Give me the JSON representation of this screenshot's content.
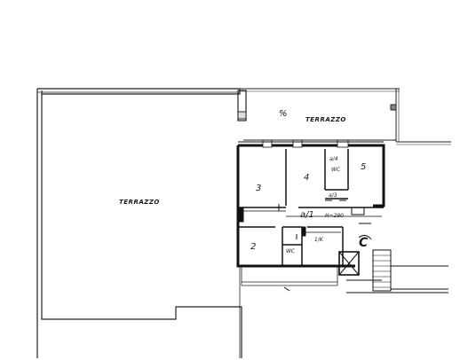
{
  "plan": {
    "terrace_large_label": "TERRAZZO",
    "terrace_top_label": "TERRAZZO",
    "terrace_top_mark": "%",
    "rooms": {
      "room_3": "3",
      "room_4": "4",
      "room_5": "5",
      "room_2": "2",
      "wc_top_fraction": "a/4",
      "wc_top_label": "WC",
      "fraction_a3": "a/3",
      "fraction_a1": "a/1",
      "height_note": "H=290",
      "wc_bottom_label": "WC",
      "k_fraction": "1/K",
      "stair_letter": "C"
    }
  }
}
